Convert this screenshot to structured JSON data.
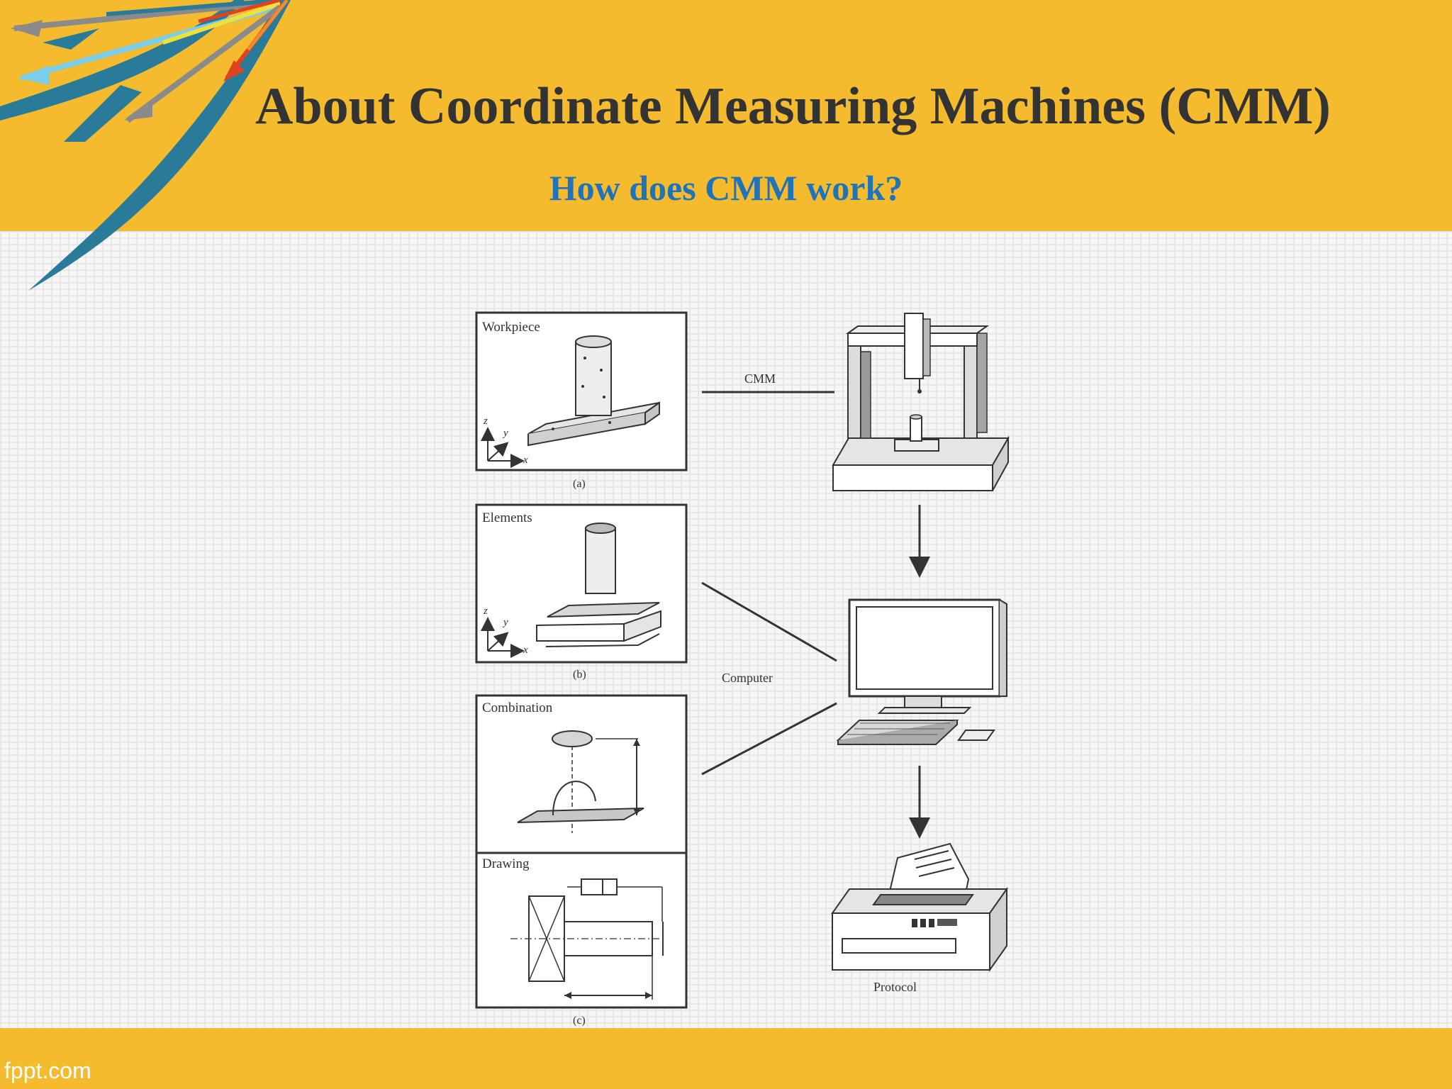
{
  "slide": {
    "title": "About Coordinate Measuring Machines (CMM)",
    "subtitle": "How does CMM work?",
    "footer": "fppt.com",
    "colors": {
      "band": "#f5bb2f",
      "title": "#333333",
      "subtitle": "#1f73b8"
    }
  },
  "diagram": {
    "panels": [
      {
        "label": "Workpiece",
        "caption": "(a)"
      },
      {
        "label": "Elements",
        "caption": "(b)"
      },
      {
        "label": "Combination",
        "caption": ""
      },
      {
        "label": "Drawing",
        "caption": "(c)"
      }
    ],
    "axes": {
      "z": "z",
      "y": "y",
      "x": "x"
    },
    "devices": {
      "cmm": "CMM",
      "computer": "Computer",
      "printer": "Protocol"
    }
  }
}
